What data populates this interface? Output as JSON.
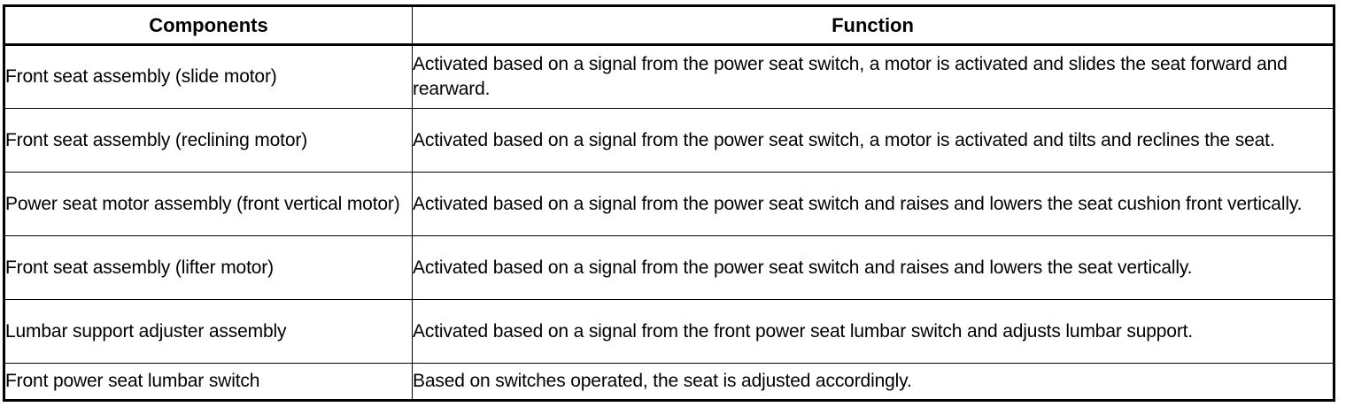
{
  "table": {
    "headers": {
      "components": "Components",
      "function": "Function"
    },
    "rows": [
      {
        "component": "Front seat assembly (slide motor)",
        "function": "Activated based on a signal from the power seat switch, a motor is activated and slides the seat forward and rearward."
      },
      {
        "component": "Front seat assembly (reclining motor)",
        "function": "Activated based on a signal from the power seat switch, a motor is activated and tilts and reclines the seat."
      },
      {
        "component": "Power seat motor assembly (front vertical motor)",
        "function": "Activated based on a signal from the power seat switch and raises and lowers the seat cushion front vertically."
      },
      {
        "component": "Front seat assembly (lifter motor)",
        "function": "Activated based on a signal from the power seat switch and raises and lowers the seat vertically."
      },
      {
        "component": "Lumbar support adjuster assembly",
        "function": "Activated based on a signal from the front power seat lumbar switch and adjusts lumbar support."
      },
      {
        "component": "Front power seat lumbar switch",
        "function": "Based on switches operated, the seat is adjusted accordingly."
      }
    ]
  },
  "colors": {
    "border": "#000000",
    "text": "#000000",
    "background": "#ffffff"
  }
}
